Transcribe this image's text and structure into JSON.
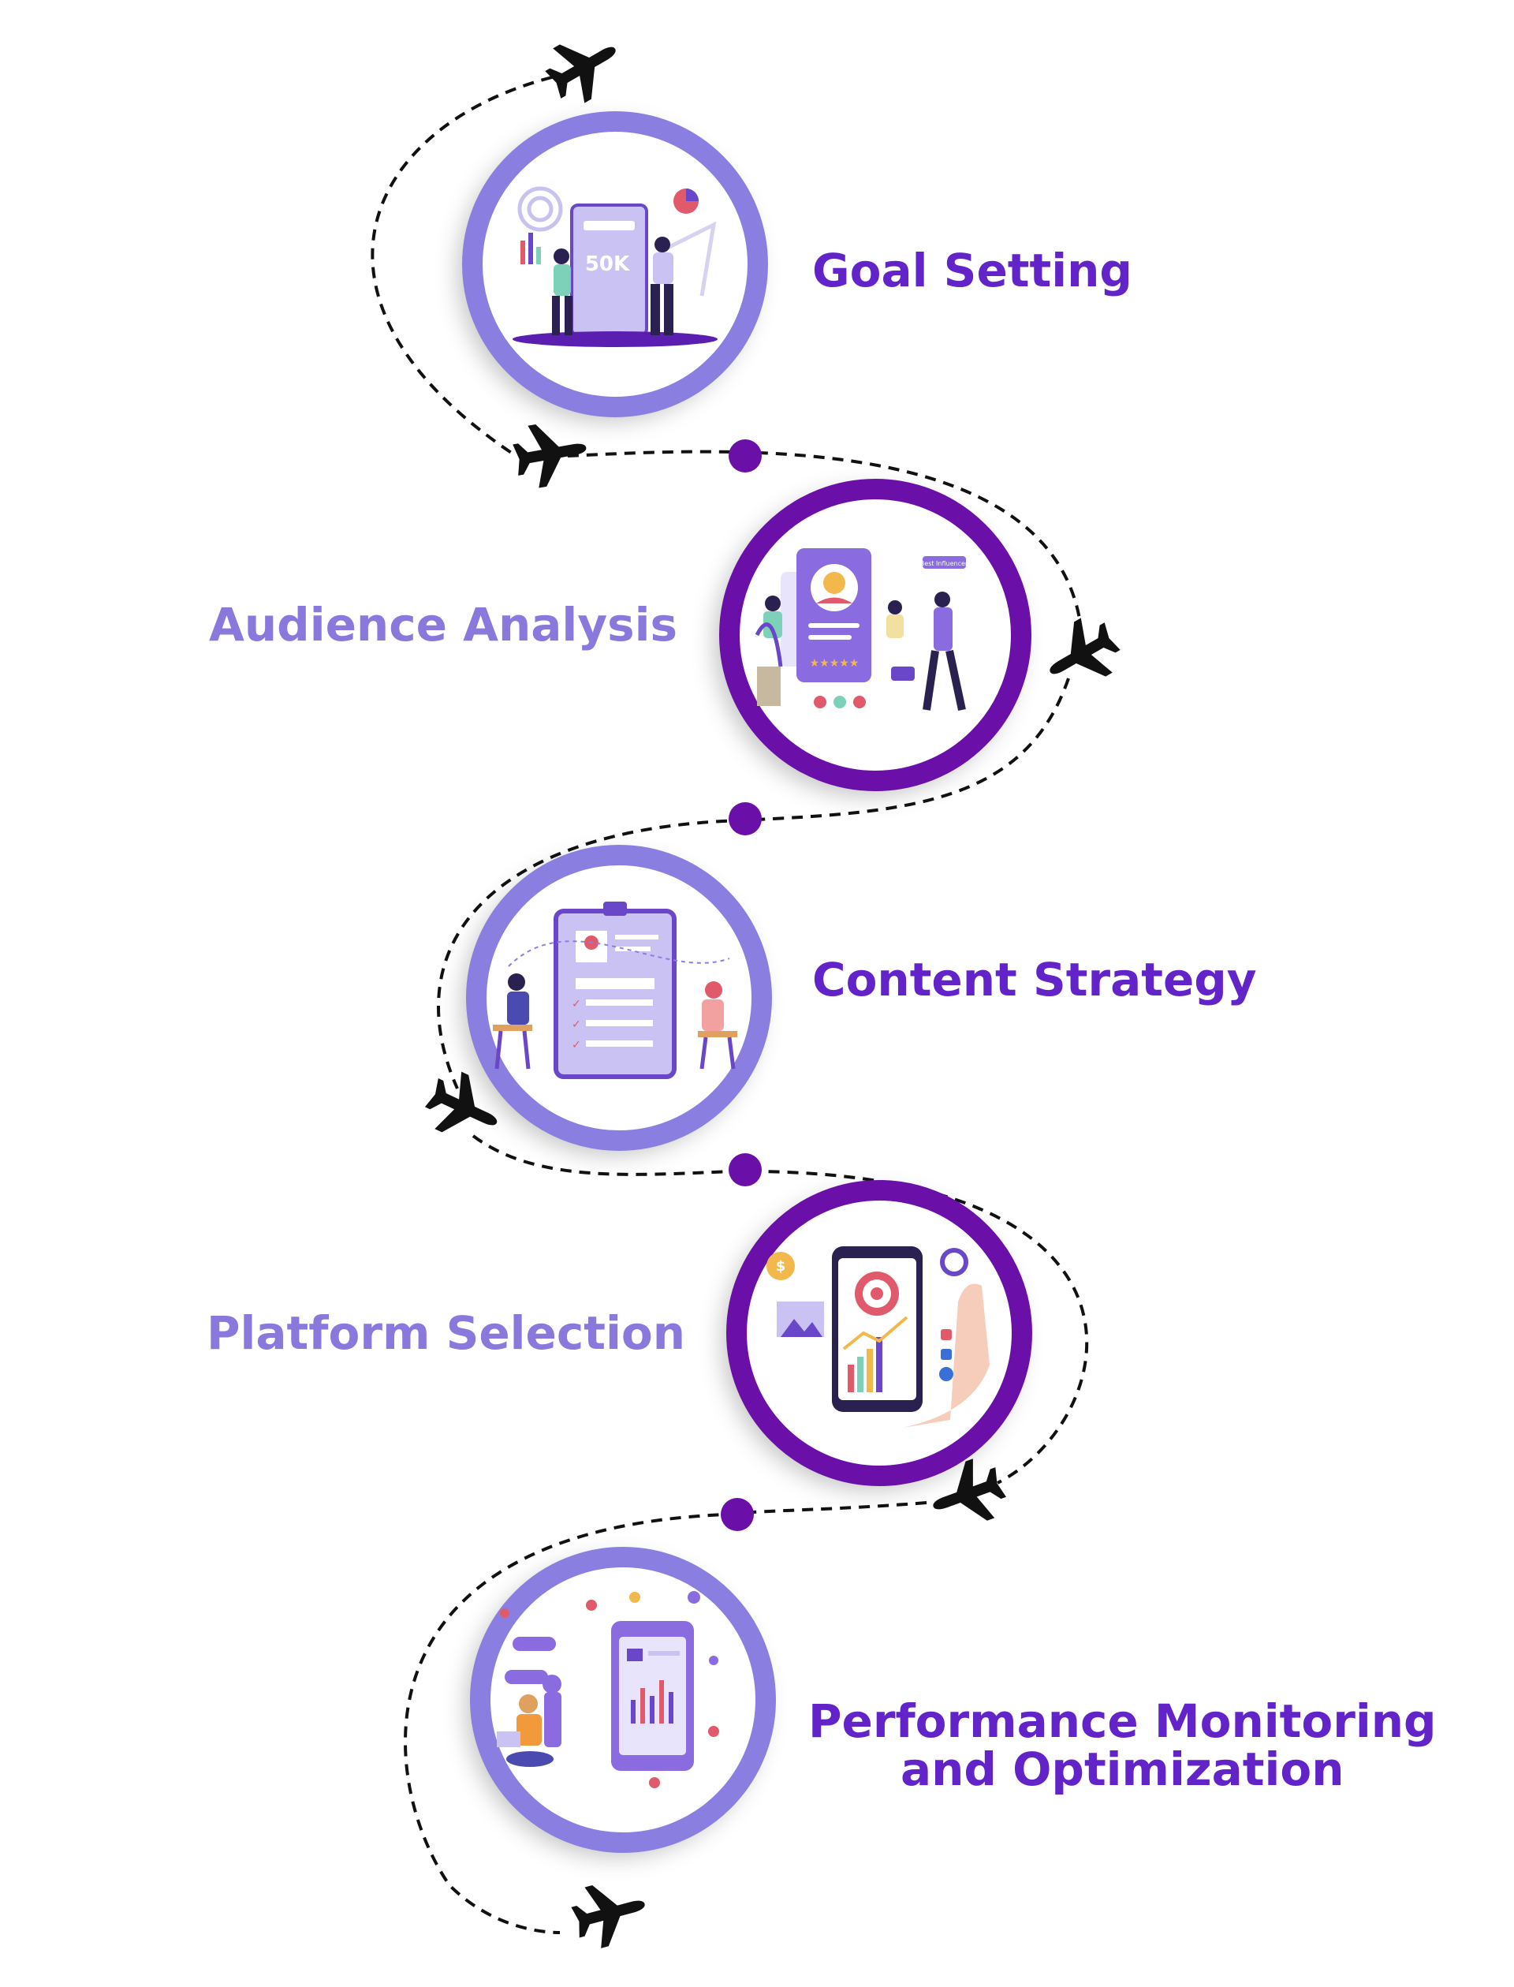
{
  "colors": {
    "dark_purple": "#6a0fa8",
    "light_purple": "#8a7fe0",
    "dark_text": "#6223c8",
    "light_text": "#8a78dc",
    "dot": "#6a0fa8",
    "path": "#111111"
  },
  "steps": [
    {
      "label": "Goal Setting",
      "ring": "light",
      "icon": "goal-setting-illustration-icon"
    },
    {
      "label": "Audience Analysis",
      "ring": "dark",
      "icon": "audience-analysis-illustration-icon"
    },
    {
      "label": "Content Strategy",
      "ring": "light",
      "icon": "content-strategy-illustration-icon"
    },
    {
      "label": "Platform Selection",
      "ring": "dark",
      "icon": "platform-selection-illustration-icon"
    },
    {
      "label_line1": "Performance Monitoring",
      "label_line2": "and Optimization",
      "ring": "light",
      "icon": "performance-monitoring-illustration-icon"
    }
  ],
  "illustration_text": {
    "goal_counter": "50K",
    "best_influencer_tag": "Best Influencer"
  }
}
